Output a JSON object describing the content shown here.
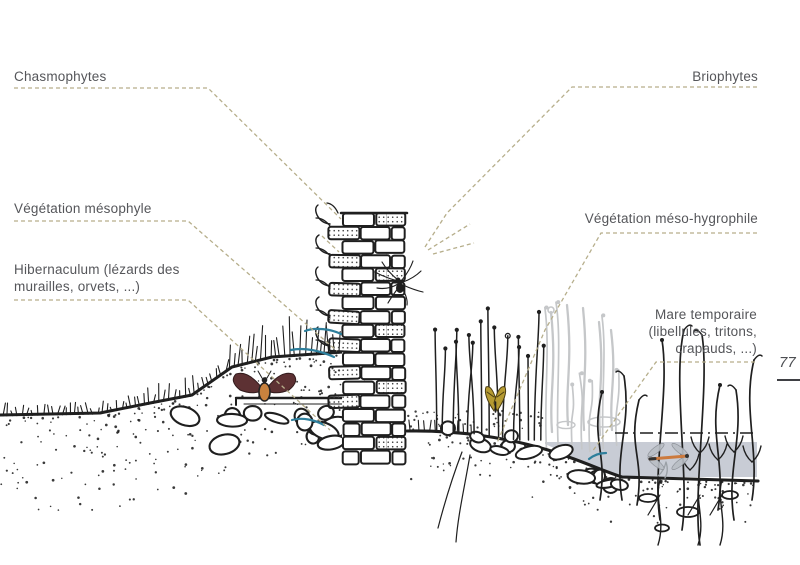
{
  "page": {
    "number": "77",
    "background": "#ffffff"
  },
  "colors": {
    "background": "#ffffff",
    "ink": "#1f1f1f",
    "text": "#55565a",
    "dash": "#b6ae8b",
    "water": "#c8ccd5",
    "faded": "#c5c7c9",
    "teal": "#2e7f9c",
    "moth_wing": "#5d3133",
    "moth_body": "#c8823e",
    "butterfly": "#b59a31",
    "dragonfly": "#cc7a3e"
  },
  "labels": {
    "chasmophytes": "Chasmophytes",
    "briophytes": "Briophytes",
    "vegetation_mesophyle": "Végétation mésophyle",
    "vegetation_meso_hygrophile": "Végétation méso-hygrophile",
    "hibernaculum_line1": "Hibernaculum (lézards des",
    "hibernaculum_line2": "murailles, orvets, ...)",
    "mare_line1": "Mare temporaire",
    "mare_line2": "(libellules, tritons,",
    "mare_line3": "crapauds, ...)"
  }
}
